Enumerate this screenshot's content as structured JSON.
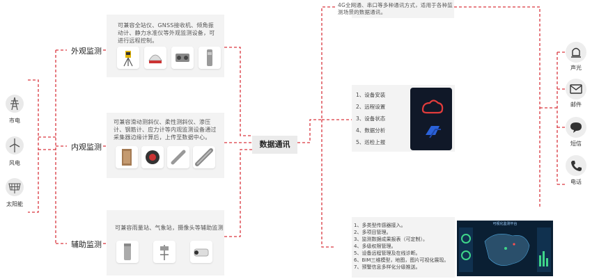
{
  "sources": [
    {
      "name": "市电",
      "icon": "power-tower-icon"
    },
    {
      "name": "风电",
      "icon": "wind-turbine-icon"
    },
    {
      "name": "太阳能",
      "icon": "solar-panel-icon"
    }
  ],
  "monitor_groups": [
    {
      "title": "外观监测",
      "desc": "可兼容全站仪、GNSS接收机、倾角振动计、静力水准仪等外观监测设备，可进行远程控制。",
      "devices": [
        "total-station-icon",
        "gnss-receiver-icon",
        "tilt-vibration-meter-icon",
        "static-level-icon"
      ]
    },
    {
      "title": "内观监测",
      "desc": "可兼容滑动测斜仪、柔性测斜仪、渗压计、钢筋计、应力计等内观监测设备通过采集器边缘计算后，上传至数据中心。",
      "devices": [
        "data-collector-icon",
        "cable-reel-icon",
        "piezometer-icon",
        "rebar-meter-icon"
      ]
    },
    {
      "title": "辅助监测",
      "desc": "可兼容雨量站、气象站，摄像头等辅助监测",
      "devices": [
        "rain-gauge-icon",
        "weather-station-icon",
        "camera-icon"
      ]
    }
  ],
  "hub": {
    "title": "数据通讯"
  },
  "comm_note": "4G全网通、串口等多种通讯方式，适用于各种监测场景的数据通讯。",
  "app_features": [
    "1、设备安装",
    "2、远程设置",
    "3、设备状态",
    "4、数据分析",
    "5、巡检上报"
  ],
  "platform_features": [
    "1、多类型传感器接入。",
    "2、多项目管理。",
    "3、监测数据成果报表（可定制）。",
    "4、多级权限管理。",
    "5、设备远程管理及在线诊断。",
    "6、BIM三维模型，地图，图片可视化展现。",
    "7、预警信息多样化分级推送。"
  ],
  "dashboard": {
    "title": "可视化监测平台"
  },
  "alerts": [
    {
      "name": "声光",
      "icon": "siren-icon"
    },
    {
      "name": "邮件",
      "icon": "mail-icon"
    },
    {
      "name": "短信",
      "icon": "sms-icon"
    },
    {
      "name": "电话",
      "icon": "phone-icon"
    }
  ],
  "colors": {
    "accent": "#d9363e",
    "panel": "#f3f3f3",
    "badge": "#e9e9e9"
  }
}
